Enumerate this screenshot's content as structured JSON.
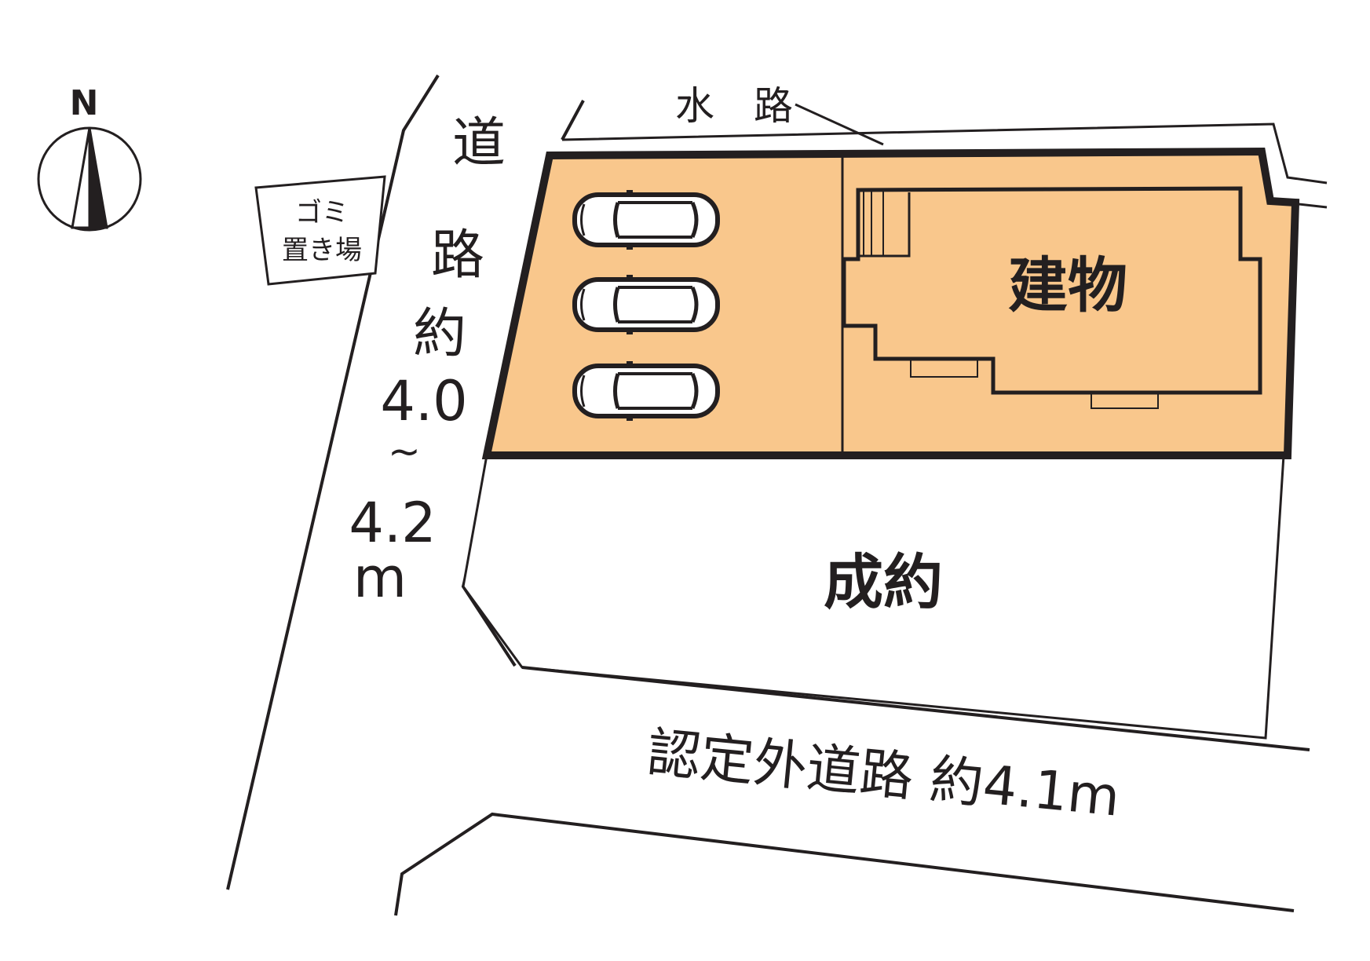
{
  "map": {
    "compass_label": "N",
    "waterway_label": "水　路",
    "garbage_label_line1": "ゴミ",
    "garbage_label_line2": "置き場",
    "west_road_label": [
      "道",
      "路",
      "約",
      "4.0",
      "~",
      "4.2",
      "m"
    ],
    "building_label": "建物",
    "sold_lot_label": "成約",
    "south_road_label": "認定外道路 約4.1m",
    "parking_spaces": 3,
    "colors": {
      "lot_fill": "#f9c78c",
      "outline": "#231f20",
      "background": "#ffffff"
    },
    "icons": [
      "compass-icon",
      "car-icon"
    ]
  }
}
